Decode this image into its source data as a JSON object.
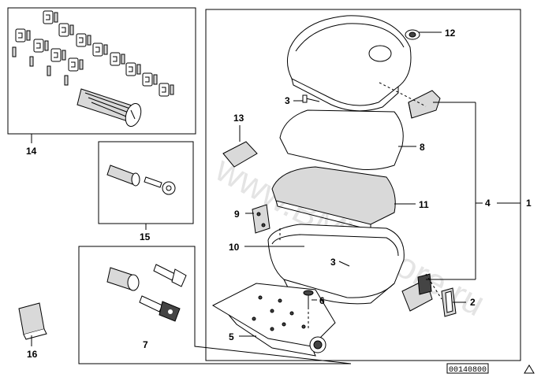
{
  "diagram": {
    "watermark": "www.BMWstore.ru",
    "reference_code": "00140800",
    "corner_icon": "triangle-icon",
    "callouts": [
      {
        "id": "1",
        "label": "1"
      },
      {
        "id": "2",
        "label": "2"
      },
      {
        "id": "3a",
        "label": "3"
      },
      {
        "id": "3b",
        "label": "3"
      },
      {
        "id": "4",
        "label": "4"
      },
      {
        "id": "5",
        "label": "5"
      },
      {
        "id": "6",
        "label": "6"
      },
      {
        "id": "7",
        "label": "7"
      },
      {
        "id": "8",
        "label": "8"
      },
      {
        "id": "9",
        "label": "9"
      },
      {
        "id": "10",
        "label": "10"
      },
      {
        "id": "11",
        "label": "11"
      },
      {
        "id": "12",
        "label": "12"
      },
      {
        "id": "13",
        "label": "13"
      },
      {
        "id": "14",
        "label": "14"
      },
      {
        "id": "15",
        "label": "15"
      },
      {
        "id": "16",
        "label": "16"
      }
    ]
  }
}
